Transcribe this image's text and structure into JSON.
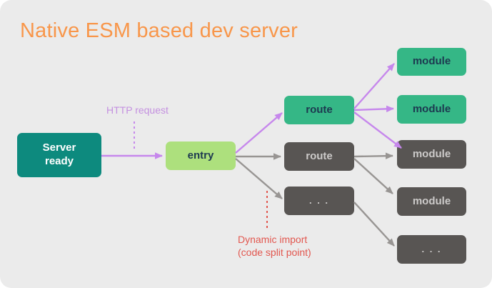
{
  "title": "Native ESM based dev server",
  "colors": {
    "page-bg": "#ffffff",
    "card-bg": "#ebebeb",
    "teal": "#0d8a7e",
    "lime": "#ade07d",
    "green": "#35b786",
    "gray-box": "#585553",
    "gray-text": "#cccac9",
    "dark-text": "#1d3950",
    "purple": "#c687ec",
    "purple-label": "#c490e0",
    "gray-arrow": "#989593",
    "red": "#e2574f",
    "orange": "#f8964a"
  },
  "diagram": {
    "nodes": {
      "server": {
        "label": "Server\nready"
      },
      "entry": {
        "label": "entry"
      },
      "route_top": {
        "label": "route"
      },
      "route_mid": {
        "label": "route"
      },
      "more_left": {
        "label": ". . ."
      },
      "module_1": {
        "label": "module"
      },
      "module_2": {
        "label": "module"
      },
      "module_3": {
        "label": "module"
      },
      "module_4": {
        "label": "module"
      },
      "more_right": {
        "label": ". . ."
      }
    },
    "annotations": {
      "http_request": "HTTP request",
      "dynamic_import": "Dynamic import\n(code split point)"
    }
  }
}
